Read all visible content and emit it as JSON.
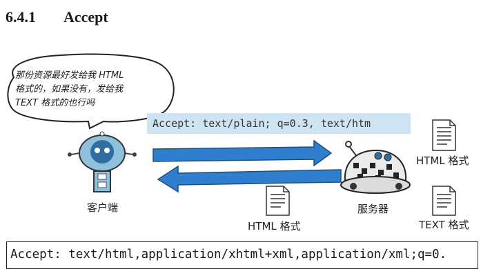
{
  "section": {
    "number": "6.4.1",
    "title": "Accept"
  },
  "bubble": {
    "lines": [
      "那份资源最好发给我 HTML",
      "格式的，如果没有，发给我",
      "TEXT 格式的也行吗"
    ]
  },
  "diagram": {
    "header_example": "Accept: text/plain; q=0.3, text/htm",
    "client_label": "客户端",
    "server_label": "服务器",
    "returned_doc_label": "HTML 格式",
    "server_doc1_label": "HTML 格式",
    "server_doc2_label": "TEXT 格式"
  },
  "example_header": "Accept: text/html,application/xhtml+xml,application/xml;q=0.",
  "colors": {
    "arrow_blue": "#2f7fce",
    "band_blue": "#cfe4f2"
  }
}
